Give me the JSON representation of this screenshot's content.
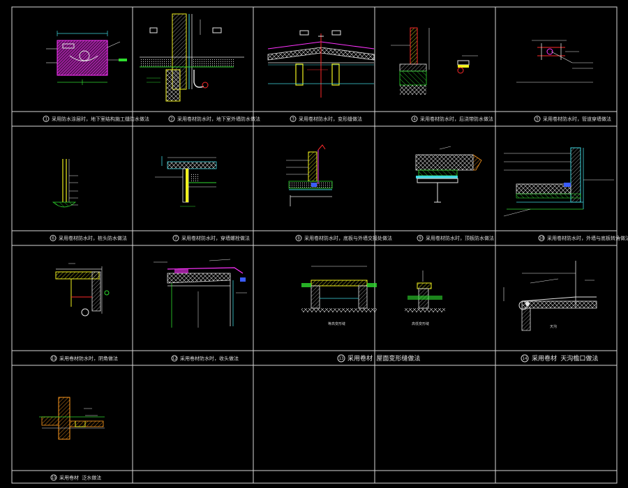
{
  "sheet": {
    "background": "#000000",
    "frame_color": "#d8d8d8"
  },
  "details": [
    {
      "num": "1",
      "caption": "采用防水涂层时，地下室结构施工缝防水做法"
    },
    {
      "num": "2",
      "caption": "采用卷材防水时，地下室外墙防水做法"
    },
    {
      "num": "3",
      "caption": "采用卷材防水时，变形缝做法"
    },
    {
      "num": "4",
      "caption": "采用卷材防水时，后浇带防水做法"
    },
    {
      "num": "5",
      "caption": "采用卷材防水时，管道穿墙做法"
    },
    {
      "num": "6",
      "caption": "采用卷材防水时，桩头防水做法"
    },
    {
      "num": "7",
      "caption": "采用卷材防水时，穿墙螺栓做法"
    },
    {
      "num": "8",
      "caption": "采用卷材防水时，底板与外墙交接处做法"
    },
    {
      "num": "9",
      "caption": "采用卷材防水时，顶板防水做法"
    },
    {
      "num": "10",
      "caption": "采用卷材防水时，外墙与底板转角做法"
    },
    {
      "num": "11",
      "caption": "采用卷材防水时，阴角做法"
    },
    {
      "num": "12",
      "caption": "采用卷材防水时，收头做法"
    },
    {
      "num": "13",
      "caption": "采用卷材 屋面变形缝做法",
      "sub_left": "等高变形缝",
      "sub_right": "高低变形缝"
    },
    {
      "num": "14",
      "caption": "采用卷材 天沟檐口做法",
      "sub": "天沟"
    },
    {
      "num": "15",
      "caption": "采用卷材 泛水做法"
    }
  ],
  "colors": {
    "white": "#e6e6e6",
    "magenta": "#ff33ff",
    "yellow": "#f2f21e",
    "green": "#2fdc2f",
    "cyan": "#3fd8e0",
    "red": "#ff2a2a",
    "orange": "#ff9a1e",
    "blue": "#3a5cff"
  }
}
